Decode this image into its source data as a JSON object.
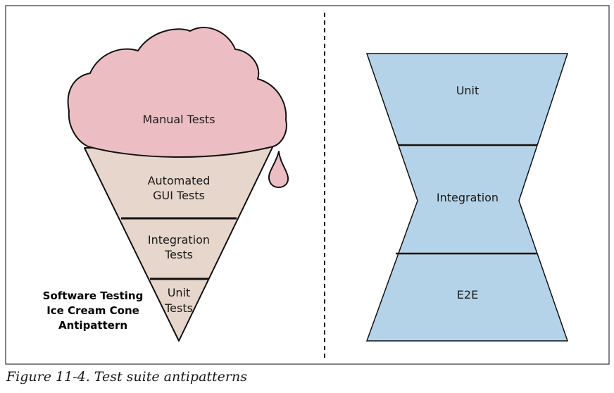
{
  "colors": {
    "frame": "#333333",
    "cream": "#ecbec3",
    "cone": "#e6d6cb",
    "hourglass": "#b4d3e8",
    "outline": "#111111"
  },
  "ice_cream_cone": {
    "scoop_label": "Manual Tests",
    "gui_label": [
      "Automated",
      "GUI Tests"
    ],
    "integration_label": [
      "Integration",
      "Tests"
    ],
    "unit_label": [
      "Unit",
      "Tests"
    ],
    "caption": [
      "Software Testing",
      "Ice Cream Cone",
      "Antipattern"
    ]
  },
  "hourglass": {
    "unit_label": "Unit",
    "integration_label": "Integration",
    "e2e_label": "E2E"
  },
  "figure_caption": "Figure 11-4. Test suite antipatterns"
}
